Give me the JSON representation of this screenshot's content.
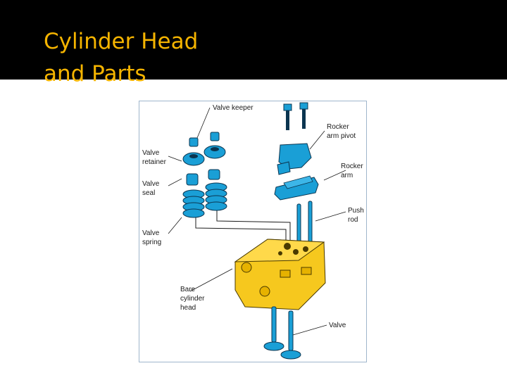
{
  "slide": {
    "title_line1": "Cylinder Head",
    "title_line2": "and Parts"
  },
  "colors": {
    "title_band": "#000000",
    "title_text": "#f5b400",
    "part_blue": "#1a9fd6",
    "cylinder_head_yellow": "#f6c81e",
    "figure_border": "#9fb6cc"
  },
  "diagram": {
    "labels": {
      "valve_keeper": "Valve keeper",
      "valve_retainer_1": "Valve",
      "valve_retainer_2": "retainer",
      "valve_seal_1": "Valve",
      "valve_seal_2": "seal",
      "valve_spring_1": "Valve",
      "valve_spring_2": "spring",
      "rocker_arm_pivot_1": "Rocker",
      "rocker_arm_pivot_2": "arm pivot",
      "rocker_arm_1": "Rocker",
      "rocker_arm_2": "arm",
      "push_rod_1": "Push",
      "push_rod_2": "rod",
      "bare_cylinder_head_1": "Bare",
      "bare_cylinder_head_2": "cylinder",
      "bare_cylinder_head_3": "head",
      "valve": "Valve"
    }
  }
}
